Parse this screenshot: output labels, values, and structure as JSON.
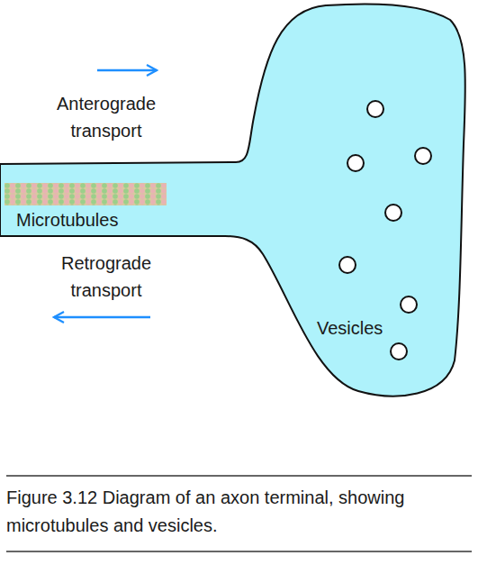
{
  "diagram": {
    "caption": "Figure 3.12 Diagram of an axon terminal, showing microtubules and vesicles.",
    "labels": [
      "Anterograde transport",
      "Microtubules",
      "Retrograde transport",
      "Vesicles"
    ]
  }
}
